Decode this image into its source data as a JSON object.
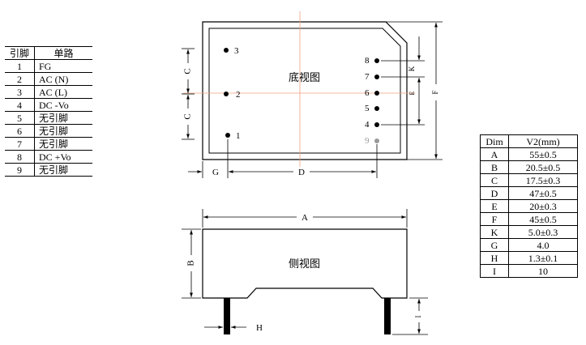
{
  "pin_table": {
    "header": [
      "引脚",
      "单路"
    ],
    "rows": [
      [
        "1",
        "FG"
      ],
      [
        "2",
        "AC  (N)"
      ],
      [
        "3",
        "AC  (L)"
      ],
      [
        "4",
        "DC  -Vo"
      ],
      [
        "5",
        "无引脚"
      ],
      [
        "6",
        "无引脚"
      ],
      [
        "7",
        "无引脚"
      ],
      [
        "8",
        "DC +Vo"
      ],
      [
        "9",
        "无引脚"
      ]
    ]
  },
  "dim_table": {
    "header": [
      "Dim",
      "V2(mm)"
    ],
    "rows": [
      [
        "A",
        "55±0.5"
      ],
      [
        "B",
        "20.5±0.5"
      ],
      [
        "C",
        "17.5±0.3"
      ],
      [
        "D",
        "47±0.5"
      ],
      [
        "E",
        "20±0.3"
      ],
      [
        "F",
        "45±0.5"
      ],
      [
        "K",
        "5.0±0.3"
      ],
      [
        "G",
        "4.0"
      ],
      [
        "H",
        "1.3±0.1"
      ],
      [
        "I",
        "10"
      ]
    ]
  },
  "bottom_view": {
    "title": "底视图",
    "pins_left": [
      "3",
      "2",
      "1"
    ],
    "pins_right": [
      "8",
      "7",
      "6",
      "5",
      "4",
      "9"
    ],
    "dim_labels": {
      "g": "G",
      "d": "D",
      "c_upper": "C",
      "c_lower": "C",
      "k": "K",
      "e": "E",
      "f": "F"
    }
  },
  "side_view": {
    "title": "侧视图",
    "dim_labels": {
      "a": "A",
      "b": "B",
      "h": "H",
      "i": "I"
    }
  },
  "colors": {
    "line": "#000000",
    "centerline": "#f0a080",
    "absent_pin": "#999999"
  }
}
